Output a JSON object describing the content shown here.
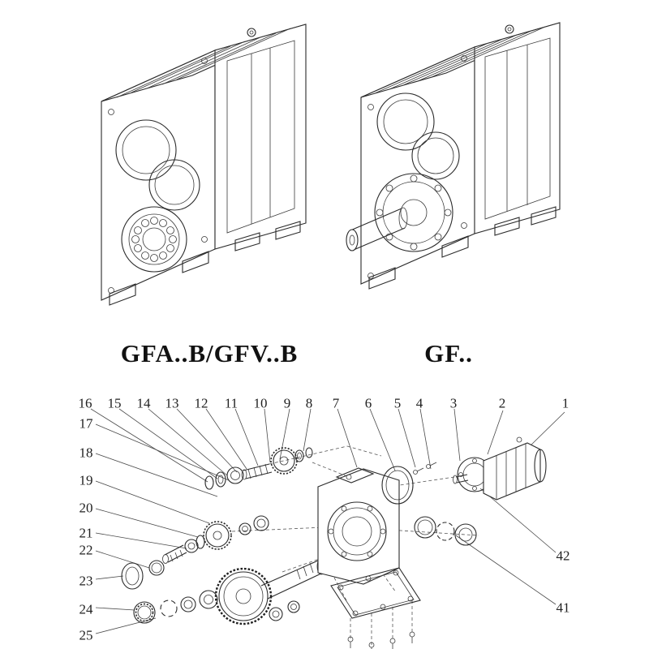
{
  "captions": {
    "left": "GFA..B/GFV..B",
    "right": "GF.."
  },
  "callouts": {
    "top": [
      "16",
      "15",
      "14",
      "13",
      "12",
      "11",
      "10",
      "9",
      "8",
      "7",
      "6",
      "5",
      "4",
      "3",
      "2",
      "1"
    ],
    "left": [
      "17",
      "18",
      "19",
      "20",
      "21",
      "22",
      "23",
      "24",
      "25"
    ],
    "right": [
      "42",
      "41"
    ]
  },
  "drawing_names": {
    "left_figure": "gearbox housing isometric view (shaft mounted version)",
    "right_figure": "gearbox housing isometric view with output shaft",
    "bottom_figure": "exploded parts view with numbered callouts"
  },
  "colors": {
    "line": "#2b2b2b",
    "background": "#ffffff",
    "text": "#1c1c1c"
  }
}
